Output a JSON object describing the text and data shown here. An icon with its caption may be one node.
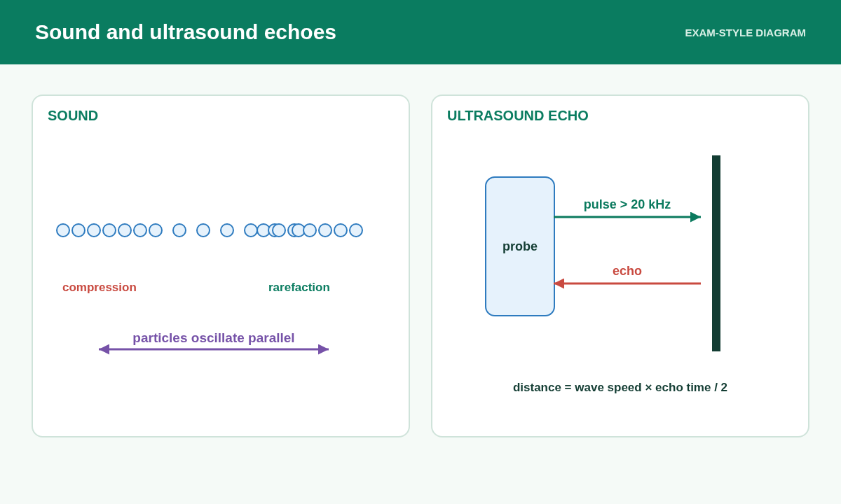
{
  "diagram": {
    "title": "Sound and ultrasound echoes",
    "nodes": [
      {
        "text": [
          "SOUND"
        ]
      },
      {
        "text": [
          "ULTRASOUND ECHO"
        ]
      },
      {
        "text": [
          "probe"
        ],
        "in": 1
      },
      {
        "text": [],
        "shape": "bar",
        "in": 1
      }
    ],
    "edges": [
      {
        "from": 2,
        "to": 3,
        "arrow": "to",
        "label": "pulse > 20 kHz",
        "color": "#0b7a5e"
      },
      {
        "from": 3,
        "to": 2,
        "arrow": "to",
        "label": "echo",
        "color": "#c94a40"
      }
    ],
    "labels": [
      "EXAM-STYLE DIAGRAM",
      "compression",
      "rarefaction",
      "particles oscillate parallel",
      "distance = wave speed × echo time / 2"
    ]
  }
}
